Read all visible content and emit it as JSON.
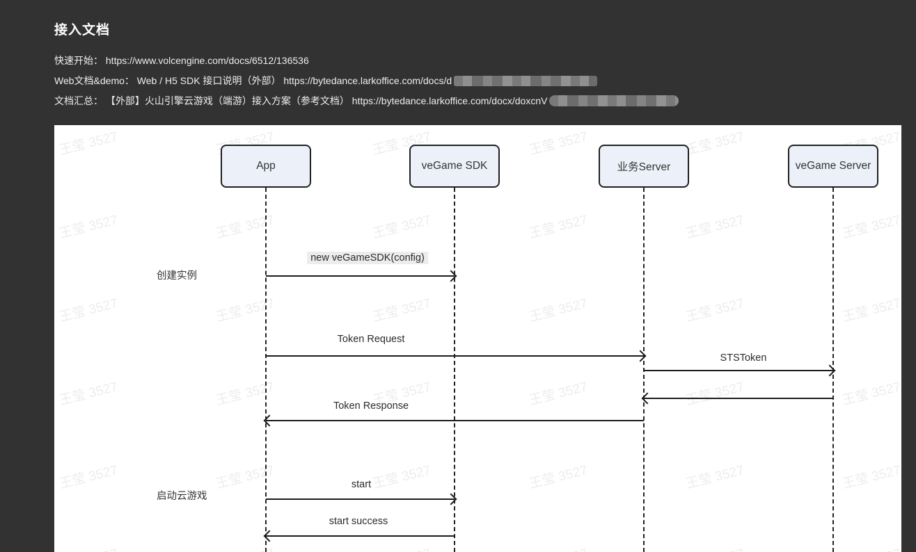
{
  "page": {
    "title": "接入文档"
  },
  "links": [
    {
      "label": "快速开始：",
      "url": "https://www.volcengine.com/docs/6512/136536",
      "redacted": false
    },
    {
      "label": "Web文档&demo：",
      "desc": "Web / H5 SDK 接口说明（外部）",
      "url": "https://bytedance.larkoffice.com/docs/d",
      "redacted": true
    },
    {
      "label": "文档汇总：",
      "desc": "【外部】火山引擎云游戏（端游）接入方案（参考文档）",
      "url": "https://bytedance.larkoffice.com/docx/doxcnV",
      "redacted": true
    }
  ],
  "diagram": {
    "type": "sequence",
    "actors": [
      "App",
      "veGame SDK",
      "业务Server",
      "veGame Server"
    ],
    "phases": [
      {
        "label": "创建实例"
      },
      {
        "label": "启动云游戏"
      }
    ],
    "messages": [
      {
        "label": "new veGameSDK(config)",
        "from": "App",
        "to": "veGame SDK",
        "direction": "right"
      },
      {
        "label": "Token Request",
        "from": "App",
        "to": "业务Server",
        "direction": "right"
      },
      {
        "label": "STSToken",
        "from": "业务Server",
        "to": "veGame Server",
        "direction": "right"
      },
      {
        "label": "",
        "from": "veGame Server",
        "to": "业务Server",
        "direction": "left"
      },
      {
        "label": "Token Response",
        "from": "业务Server",
        "to": "App",
        "direction": "left"
      },
      {
        "label": "start",
        "from": "App",
        "to": "veGame SDK",
        "direction": "right"
      },
      {
        "label": "start success",
        "from": "veGame SDK",
        "to": "App",
        "direction": "left"
      }
    ]
  },
  "watermark": {
    "text": "王莹 3527",
    "count": 36
  },
  "colors": {
    "page_background": "#323232",
    "panel_background": "#ffffff",
    "header_text": "#eeeeee",
    "actor_fill": "#ecf1f9",
    "actor_border": "#1f1f1f",
    "line": "#1b1b1b",
    "label_highlight": "#ececec",
    "watermark": "#ededed"
  }
}
